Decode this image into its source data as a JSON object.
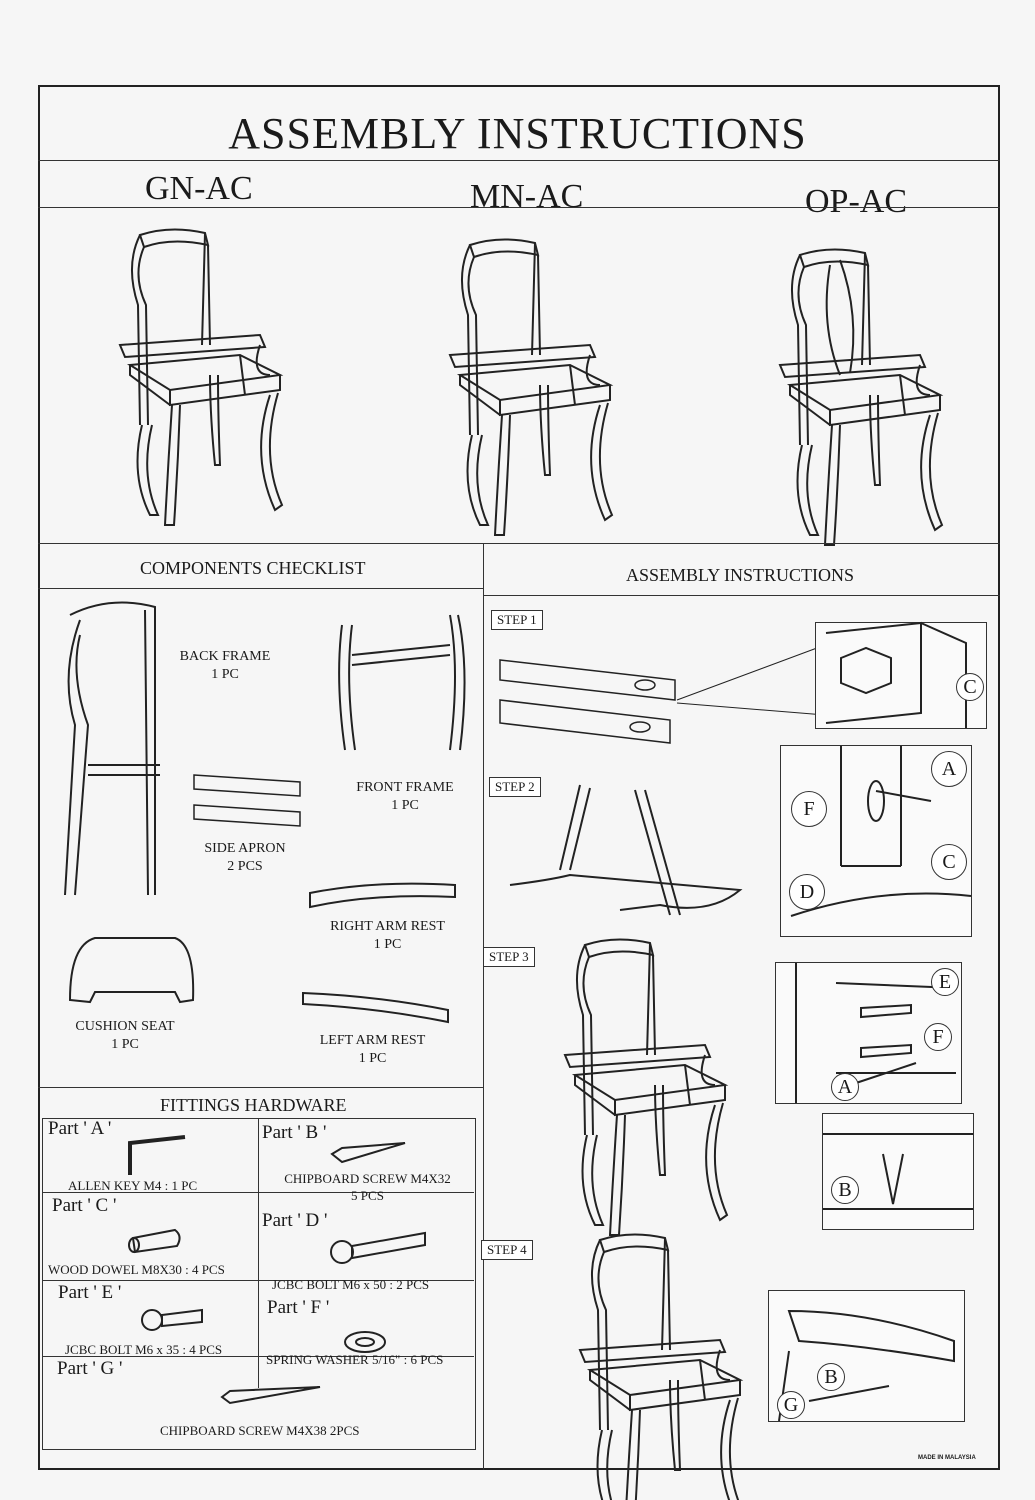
{
  "title": "ASSEMBLY INSTRUCTIONS",
  "models": [
    "GN-AC",
    "MN-AC",
    "OP-AC"
  ],
  "components": {
    "heading": "COMPONENTS CHECKLIST",
    "items": [
      {
        "name": "BACK FRAME",
        "qty": "1 PC"
      },
      {
        "name": "FRONT FRAME",
        "qty": "1 PC"
      },
      {
        "name": "SIDE APRON",
        "qty": "2 PCS"
      },
      {
        "name": "RIGHT ARM REST",
        "qty": "1 PC"
      },
      {
        "name": "CUSHION SEAT",
        "qty": "1 PC"
      },
      {
        "name": "LEFT ARM REST",
        "qty": "1 PC"
      }
    ]
  },
  "hardware": {
    "heading": "FITTINGS HARDWARE",
    "parts": [
      {
        "part": "Part ' A '",
        "desc": "ALLEN KEY  M4 : 1 PC"
      },
      {
        "part": "Part ' B '",
        "desc": "CHIPBOARD SCREW M4X32",
        "desc2": "5 PCS"
      },
      {
        "part": "Part ' C '",
        "desc": "WOOD DOWEL  M8X30 : 4 PCS"
      },
      {
        "part": "Part ' D '",
        "desc": "JCBC BOLT M6 x 50 : 2 PCS"
      },
      {
        "part": "Part ' E '",
        "desc": "JCBC BOLT M6 x 35 : 4 PCS"
      },
      {
        "part": "Part ' F '",
        "desc": "SPRING WASHER 5/16\" : 6 PCS"
      },
      {
        "part": "Part ' G '",
        "desc": "CHIPBOARD SCREW M4X38 2PCS"
      }
    ]
  },
  "assembly": {
    "heading": "ASSEMBLY INSTRUCTIONS",
    "steps": [
      "STEP 1",
      "STEP 2",
      "STEP 3",
      "STEP 4"
    ],
    "callouts": {
      "a": "A",
      "b": "B",
      "c": "C",
      "d": "D",
      "e": "E",
      "f": "F",
      "g": "G"
    }
  },
  "footer": "MADE IN MALAYSIA"
}
